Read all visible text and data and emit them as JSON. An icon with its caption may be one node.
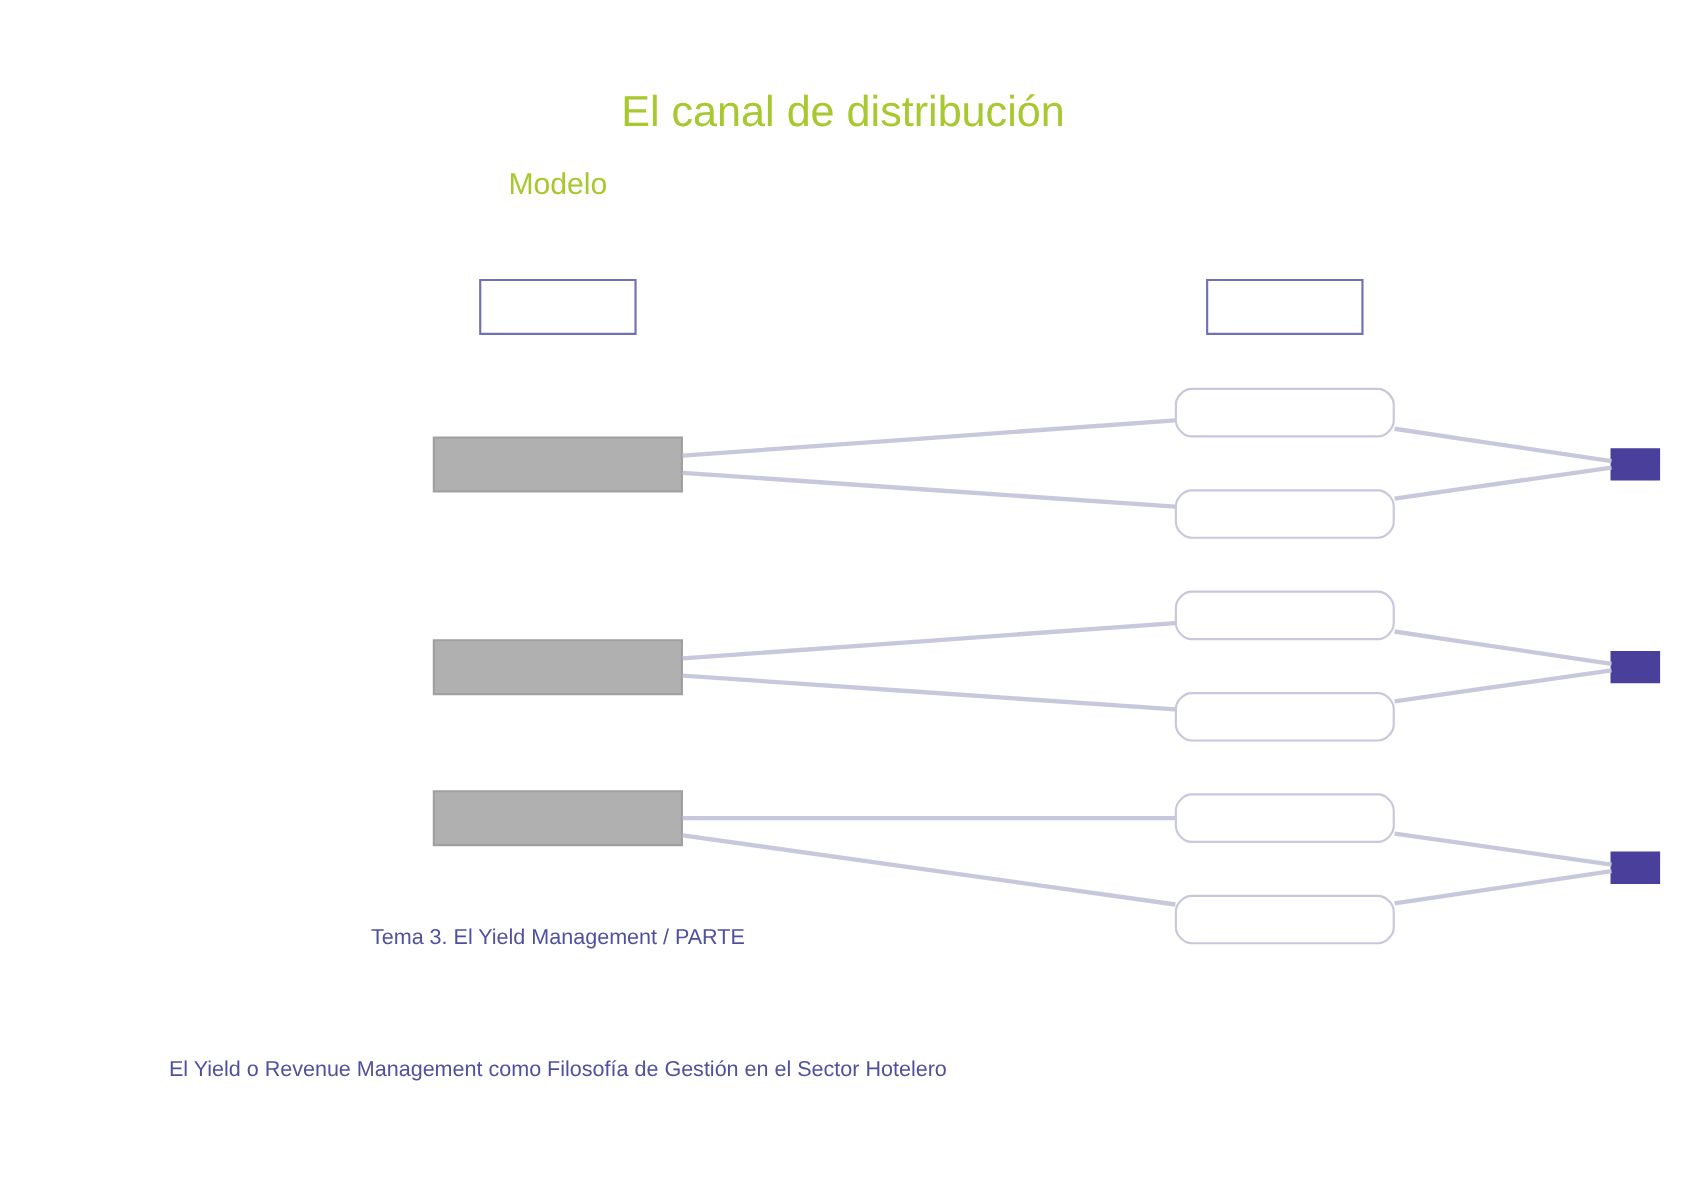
{
  "diagram": {
    "title": "El canal de distribución",
    "nodes": [
      {
        "text": [],
        "shape": "box"
      },
      {
        "text": [],
        "shape": "box"
      },
      {
        "text": [],
        "shape": "box"
      },
      {
        "text": [],
        "shape": "box"
      },
      {
        "text": [],
        "shape": "box"
      },
      {
        "text": [],
        "shape": "box"
      },
      {
        "text": [],
        "shape": "box"
      },
      {
        "text": [],
        "shape": "box"
      },
      {
        "text": [],
        "shape": "box"
      },
      {
        "text": [],
        "shape": "box"
      },
      {
        "text": [],
        "shape": "box"
      },
      {
        "text": [],
        "shape": "box"
      },
      {
        "text": [],
        "shape": "box"
      },
      {
        "text": [],
        "shape": "box"
      }
    ],
    "edges": [
      {
        "from": 3,
        "to": 2,
        "arrow": "none"
      },
      {
        "from": 2,
        "to": 4,
        "arrow": "none"
      },
      {
        "from": 3,
        "to": 6,
        "arrow": "none"
      },
      {
        "from": 6,
        "to": 4,
        "arrow": "none"
      },
      {
        "from": 7,
        "to": 5,
        "arrow": "none"
      },
      {
        "from": 5,
        "to": 8,
        "arrow": "none"
      },
      {
        "from": 7,
        "to": 9,
        "arrow": "none"
      },
      {
        "from": 9,
        "to": 8,
        "arrow": "none"
      },
      {
        "from": 11,
        "to": 10,
        "arrow": "none"
      },
      {
        "from": 10,
        "to": 12,
        "arrow": "none"
      },
      {
        "from": 11,
        "to": 13,
        "arrow": "none"
      },
      {
        "from": 13,
        "to": 12,
        "arrow": "none"
      }
    ],
    "labels": [
      "Modelo",
      "Tema 3. El Yield Management / PARTE",
      "El Yield o Revenue Management como Filosofía de Gestión en el Sector Hotelero"
    ]
  }
}
